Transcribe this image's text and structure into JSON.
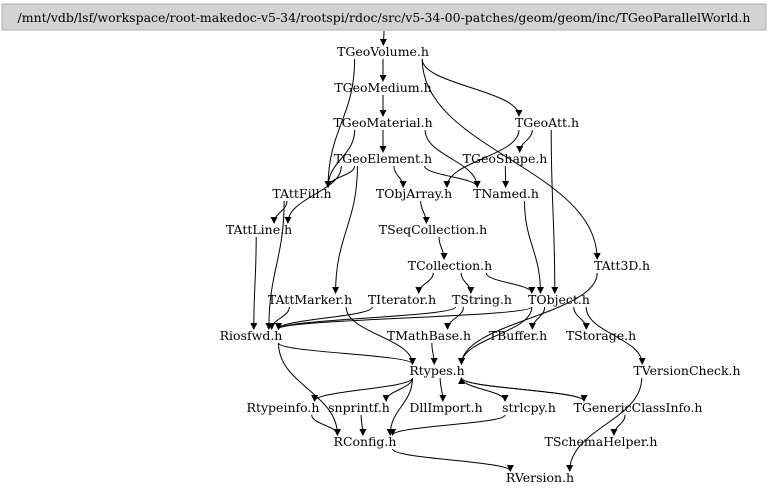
{
  "graph": {
    "root": {
      "id": "root",
      "label": "/mnt/vdb/lsf/workspace/root-makedoc-v5-34/rootspi/rdoc/src/v5-34-00-patches/geom/geom/inc/TGeoParallelWorld.h"
    },
    "nodes": [
      {
        "id": "TGeoVolume",
        "label": "TGeoVolume.h"
      },
      {
        "id": "TGeoMedium",
        "label": "TGeoMedium.h"
      },
      {
        "id": "TGeoMaterial",
        "label": "TGeoMaterial.h"
      },
      {
        "id": "TGeoAtt",
        "label": "TGeoAtt.h"
      },
      {
        "id": "TGeoElement",
        "label": "TGeoElement.h"
      },
      {
        "id": "TGeoShape",
        "label": "TGeoShape.h"
      },
      {
        "id": "TAttFill",
        "label": "TAttFill.h"
      },
      {
        "id": "TObjArray",
        "label": "TObjArray.h"
      },
      {
        "id": "TNamed",
        "label": "TNamed.h"
      },
      {
        "id": "TAttLine",
        "label": "TAttLine.h"
      },
      {
        "id": "TSeqCollection",
        "label": "TSeqCollection.h"
      },
      {
        "id": "TCollection",
        "label": "TCollection.h"
      },
      {
        "id": "TAtt3D",
        "label": "TAtt3D.h"
      },
      {
        "id": "TAttMarker",
        "label": "TAttMarker.h"
      },
      {
        "id": "TIterator",
        "label": "TIterator.h"
      },
      {
        "id": "TString",
        "label": "TString.h"
      },
      {
        "id": "TObject",
        "label": "TObject.h"
      },
      {
        "id": "Riosfwd",
        "label": "Riosfwd.h"
      },
      {
        "id": "TMathBase",
        "label": "TMathBase.h"
      },
      {
        "id": "TBuffer",
        "label": "TBuffer.h"
      },
      {
        "id": "TStorage",
        "label": "TStorage.h"
      },
      {
        "id": "Rtypes",
        "label": "Rtypes.h"
      },
      {
        "id": "TVersionCheck",
        "label": "TVersionCheck.h"
      },
      {
        "id": "Rtypeinfo",
        "label": "Rtypeinfo.h"
      },
      {
        "id": "snprintf",
        "label": "snprintf.h"
      },
      {
        "id": "DllImport",
        "label": "DllImport.h"
      },
      {
        "id": "strlcpy",
        "label": "strlcpy.h"
      },
      {
        "id": "TGenericClassInfo",
        "label": "TGenericClassInfo.h"
      },
      {
        "id": "TSchemaHelper",
        "label": "TSchemaHelper.h"
      },
      {
        "id": "RConfig",
        "label": "RConfig.h"
      },
      {
        "id": "RVersion",
        "label": "RVersion.h"
      }
    ],
    "edges": [
      [
        "root",
        "TGeoVolume"
      ],
      [
        "TGeoVolume",
        "TGeoMedium"
      ],
      [
        "TGeoVolume",
        "TGeoAtt"
      ],
      [
        "TGeoVolume",
        "TAttFill"
      ],
      [
        "TGeoVolume",
        "TAtt3D"
      ],
      [
        "TGeoMedium",
        "TGeoMaterial"
      ],
      [
        "TGeoMaterial",
        "TGeoElement"
      ],
      [
        "TGeoMaterial",
        "TAttFill"
      ],
      [
        "TGeoMaterial",
        "TNamed"
      ],
      [
        "TGeoAtt",
        "TGeoShape"
      ],
      [
        "TGeoAtt",
        "TObjArray"
      ],
      [
        "TGeoAtt",
        "TObject"
      ],
      [
        "TGeoElement",
        "TAttFill"
      ],
      [
        "TGeoElement",
        "TObjArray"
      ],
      [
        "TGeoElement",
        "TNamed"
      ],
      [
        "TGeoElement",
        "TAttLine"
      ],
      [
        "TGeoElement",
        "TAttMarker"
      ],
      [
        "TGeoShape",
        "TNamed"
      ],
      [
        "TAttFill",
        "TAttLine"
      ],
      [
        "TAttFill",
        "Riosfwd"
      ],
      [
        "TObjArray",
        "TSeqCollection"
      ],
      [
        "TNamed",
        "TObject"
      ],
      [
        "TSeqCollection",
        "TCollection"
      ],
      [
        "TCollection",
        "TIterator"
      ],
      [
        "TCollection",
        "TString"
      ],
      [
        "TCollection",
        "TObject"
      ],
      [
        "TAttLine",
        "Riosfwd"
      ],
      [
        "TAttMarker",
        "Riosfwd"
      ],
      [
        "TAttMarker",
        "Rtypes"
      ],
      [
        "TIterator",
        "Riosfwd"
      ],
      [
        "TString",
        "Riosfwd"
      ],
      [
        "TString",
        "TMathBase"
      ],
      [
        "TObject",
        "Riosfwd"
      ],
      [
        "TObject",
        "TBuffer"
      ],
      [
        "TObject",
        "TStorage"
      ],
      [
        "TObject",
        "TVersionCheck"
      ],
      [
        "TObject",
        "Rtypes"
      ],
      [
        "TAtt3D",
        "Rtypes"
      ],
      [
        "TMathBase",
        "Rtypes"
      ],
      [
        "Riosfwd",
        "Rtypes"
      ],
      [
        "Riosfwd",
        "RConfig"
      ],
      [
        "Rtypes",
        "Rtypeinfo"
      ],
      [
        "Rtypes",
        "snprintf"
      ],
      [
        "Rtypes",
        "DllImport"
      ],
      [
        "Rtypes",
        "strlcpy"
      ],
      [
        "Rtypes",
        "TGenericClassInfo"
      ],
      [
        "Rtypes",
        "RConfig"
      ],
      [
        "TGenericClassInfo",
        "TSchemaHelper"
      ],
      [
        "TGenericClassInfo",
        "Rtypes"
      ],
      [
        "Rtypeinfo",
        "RConfig"
      ],
      [
        "snprintf",
        "RConfig"
      ],
      [
        "strlcpy",
        "RConfig"
      ],
      [
        "RConfig",
        "RVersion"
      ],
      [
        "TVersionCheck",
        "RVersion"
      ]
    ]
  }
}
